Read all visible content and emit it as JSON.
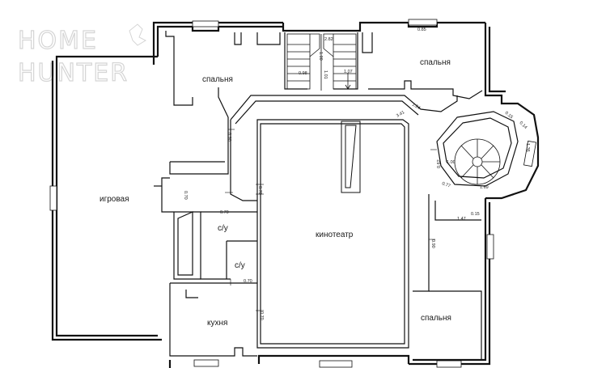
{
  "watermark": {
    "line1": "HOME",
    "line2": "HUNTER"
  },
  "rooms": [
    {
      "id": "spalnya-1",
      "label": "спальня"
    },
    {
      "id": "spalnya-2",
      "label": "спальня"
    },
    {
      "id": "igrovaya",
      "label": "игровая"
    },
    {
      "id": "kinoteatr",
      "label": "кинотеатр"
    },
    {
      "id": "su-1",
      "label": "с/у"
    },
    {
      "id": "su-2",
      "label": "с/у"
    },
    {
      "id": "kuhnya",
      "label": "кухня"
    },
    {
      "id": "spalnya-3",
      "label": "спальня"
    }
  ],
  "dimensions": [
    "0.85",
    "2.82",
    "1.00",
    "0.98",
    "1.01",
    "1.07",
    "1.24",
    "3.41",
    "0.90",
    "0.70",
    "0.70",
    "0.70",
    "0.70",
    "0.15",
    "0.14",
    "1.36",
    "1.00",
    "0.62",
    "0.77",
    "1.69",
    "0.15",
    "1.47",
    "0.90",
    "0.70"
  ]
}
